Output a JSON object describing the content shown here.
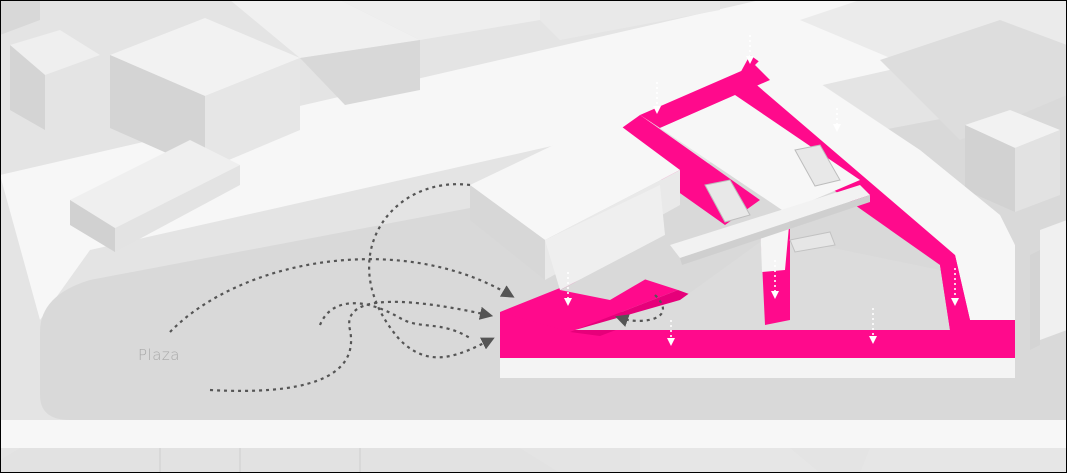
{
  "diagram": {
    "plaza_label": "Plaza",
    "colors": {
      "accent_magenta": "#ff0a8c",
      "ground": "#e3e3e3",
      "street": "#f7f7f7",
      "building_top": "#f4f4f4",
      "building_side": "#d6d6d6",
      "path_dots": "#555555",
      "entry_arrows": "#ffffff"
    },
    "legend": {
      "plaza_flow_paths": "dashed-dark-arrows",
      "vertical_entries": "dashed-white-down-arrows"
    }
  }
}
